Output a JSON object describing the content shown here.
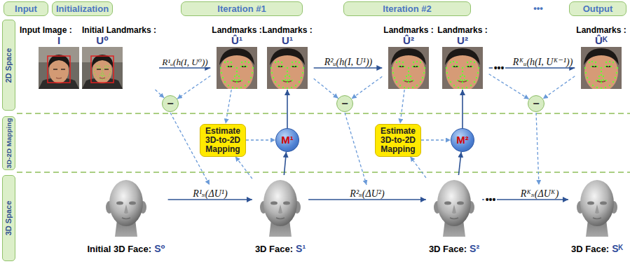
{
  "diagram": {
    "nodes": [
      {
        "text": [
          "Input"
        ]
      },
      {
        "text": [
          "Initialization"
        ]
      },
      {
        "text": [
          "Iteration #1"
        ]
      },
      {
        "text": [
          "Iteration #2"
        ]
      },
      {
        "text": [
          "Output"
        ]
      },
      {
        "text": [
          "2D Space"
        ]
      },
      {
        "text": [
          "3D-2D Mapping"
        ]
      },
      {
        "text": [
          "3D Space"
        ]
      },
      {
        "text": [
          "Input Image :",
          "I"
        ]
      },
      {
        "text": [
          "Initial Landmarks :",
          "U⁰"
        ]
      },
      {
        "text": [
          "Landmarks :",
          "Û¹"
        ]
      },
      {
        "text": [
          "Landmarks :",
          "U¹"
        ]
      },
      {
        "text": [
          "Landmarks :",
          "Û²"
        ]
      },
      {
        "text": [
          "Landmarks :",
          "U²"
        ]
      },
      {
        "text": [
          "Landmarks :",
          "Ûᴷ"
        ]
      },
      {
        "text": [
          "−"
        ]
      },
      {
        "text": [
          "−"
        ]
      },
      {
        "text": [
          "−"
        ]
      },
      {
        "text": [
          "Estimate 3D-to-2D Mapping"
        ]
      },
      {
        "text": [
          "M¹"
        ]
      },
      {
        "text": [
          "Estimate 3D-to-2D Mapping"
        ]
      },
      {
        "text": [
          "M²"
        ]
      },
      {
        "text": [
          "Initial 3D Face:",
          "S⁰"
        ]
      },
      {
        "text": [
          "3D Face:",
          "S¹"
        ]
      },
      {
        "text": [
          "3D Face:",
          "S²"
        ]
      },
      {
        "text": [
          "3D Face:",
          "Sᴷ"
        ]
      }
    ],
    "edges": [
      {
        "from": 9,
        "to": 10,
        "arrow": "to",
        "label": "R¹ᵤ(h(I, U⁰))"
      },
      {
        "from": 9,
        "to": 15,
        "arrow": "to"
      },
      {
        "from": 10,
        "to": 15,
        "arrow": "to"
      },
      {
        "from": 10,
        "to": 18,
        "arrow": "to"
      },
      {
        "from": 23,
        "to": 18,
        "arrow": "to"
      },
      {
        "from": 18,
        "to": 19,
        "arrow": "to"
      },
      {
        "from": 23,
        "to": 19,
        "arrow": "to"
      },
      {
        "from": 19,
        "to": 11,
        "arrow": "to"
      },
      {
        "from": 11,
        "to": 12,
        "arrow": "to",
        "label": "R²ᵤ(h(I, U¹))"
      },
      {
        "from": 11,
        "to": 16,
        "arrow": "to"
      },
      {
        "from": 12,
        "to": 16,
        "arrow": "to"
      },
      {
        "from": 12,
        "to": 20,
        "arrow": "to"
      },
      {
        "from": 24,
        "to": 20,
        "arrow": "to"
      },
      {
        "from": 20,
        "to": 21,
        "arrow": "to"
      },
      {
        "from": 24,
        "to": 21,
        "arrow": "to"
      },
      {
        "from": 21,
        "to": 13,
        "arrow": "to"
      },
      {
        "from": 13,
        "to": 14,
        "arrow": "to",
        "label": "Rᴷᵤ(h(I, Uᴷ⁻¹))"
      },
      {
        "from": 13,
        "to": 17,
        "arrow": "to"
      },
      {
        "from": 14,
        "to": 17,
        "arrow": "to"
      },
      {
        "from": 22,
        "to": 23,
        "arrow": "to",
        "label": "R¹ₛ(ΔU¹)"
      },
      {
        "from": 23,
        "to": 24,
        "arrow": "to",
        "label": "R²ₛ(ΔU²)"
      },
      {
        "from": 24,
        "to": 25,
        "arrow": "to",
        "label": "Rᴷₛ(ΔUᴷ)"
      }
    ],
    "labels": [
      "•••",
      "•••",
      "•••"
    ]
  }
}
